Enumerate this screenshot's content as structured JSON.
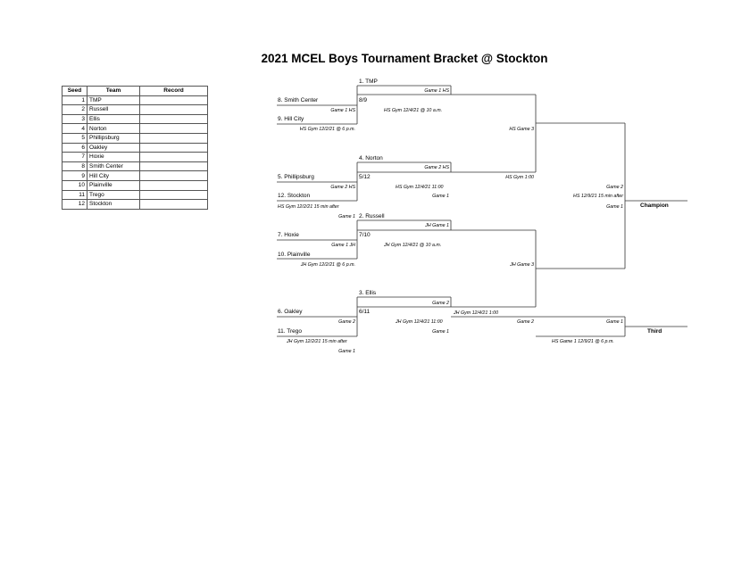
{
  "title": "2021 MCEL Boys Tournament Bracket @ Stockton",
  "seed_table": {
    "headers": [
      "Seed",
      "Team",
      "Record"
    ],
    "rows": [
      {
        "seed": "1",
        "team": "TMP",
        "record": ""
      },
      {
        "seed": "2",
        "team": "Russell",
        "record": ""
      },
      {
        "seed": "3",
        "team": "Ellis",
        "record": ""
      },
      {
        "seed": "4",
        "team": "Norton",
        "record": ""
      },
      {
        "seed": "5",
        "team": "Phillipsburg",
        "record": ""
      },
      {
        "seed": "6",
        "team": "Oakley",
        "record": ""
      },
      {
        "seed": "7",
        "team": "Hoxie",
        "record": ""
      },
      {
        "seed": "8",
        "team": "Smith Center",
        "record": ""
      },
      {
        "seed": "9",
        "team": "Hill City",
        "record": ""
      },
      {
        "seed": "10",
        "team": "Plainville",
        "record": ""
      },
      {
        "seed": "11",
        "team": "Trego",
        "record": ""
      },
      {
        "seed": "12",
        "team": "Stockton",
        "record": ""
      }
    ]
  },
  "bracket": {
    "r1": {
      "m1": {
        "top": "8.  Smith Center",
        "bottom": "9.  Hill City",
        "game": "Game 1 HS",
        "info": "HS Gym 12/2/21 @ 6 p.m."
      },
      "m2": {
        "top": "5.  Phillipsburg",
        "bottom": "12.  Stockton",
        "game": "Game 2 HS",
        "info": "HS Gym 12/2/21 15 min after",
        "game2": "Game 1"
      },
      "m3": {
        "top": "7.  Hoxie",
        "bottom": "10.  Plainville",
        "game": "Game 1 JH",
        "info": "JH Gym 12/2/21 @ 6 p.m."
      },
      "m4": {
        "top": "6.  Oakley",
        "bottom": "11.  Trego",
        "game": "Game 2",
        "info": "JH Gym 12/2/21 15 min after",
        "game2": "Game 1"
      }
    },
    "r2": {
      "m1": {
        "top": "1.  TMP",
        "side": "8/9",
        "game": "Game 1 HS",
        "info": "HS Gym 12/4/21 @ 10 a.m."
      },
      "m2": {
        "top": "4.  Norton",
        "side": "5/12",
        "game": "Game 2 HS",
        "info": "HS Gym 12/4/21 11:00",
        "game2": "Game 1"
      },
      "m3": {
        "top": "2.  Russell",
        "side": "7/10",
        "game": "JH Game 1",
        "info": "JH Gym 12/4/21 @ 10 a.m."
      },
      "m4": {
        "top": "3.  Ellis",
        "side": "6/11",
        "game": "Game 2",
        "info": "JH Gym 12/4/21 11:00",
        "game2": "Game 1"
      }
    },
    "semis": {
      "hs": {
        "game": "HS Game 3",
        "info": "HS Gym 1:00"
      },
      "jh": {
        "game": "JH Game 3",
        "info": "JH Gym 12/4/21 1:00",
        "game2": "Game 2"
      }
    },
    "final": {
      "game": "Game 2",
      "info": "HS 12/9/21 15 min after",
      "game2": "Game 1",
      "label": "Champion"
    },
    "third": {
      "game": "Game 1",
      "info": "HS Game 1 12/9/21 @ 6 p.m.",
      "label": "Third"
    }
  }
}
